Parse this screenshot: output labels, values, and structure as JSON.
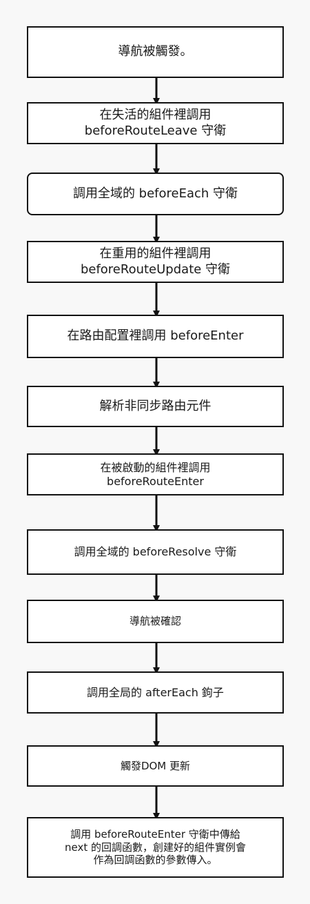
{
  "diagram": {
    "steps": [
      {
        "lines": [
          "導航被觸發。"
        ]
      },
      {
        "lines": [
          "在失活的組件裡調用",
          "beforeRouteLeave 守衛"
        ]
      },
      {
        "lines": [
          "調用全域的 beforeEach 守衛"
        ]
      },
      {
        "lines": [
          "在重用的組件裡調用",
          "beforeRouteUpdate 守衛"
        ]
      },
      {
        "lines": [
          "在路由配置裡調用 beforeEnter"
        ]
      },
      {
        "lines": [
          "解析非同步路由元件"
        ]
      },
      {
        "lines": [
          "在被啟動的組件裡調用",
          "beforeRouteEnter"
        ]
      },
      {
        "lines": [
          "調用全域的 beforeResolve 守衛"
        ]
      },
      {
        "lines": [
          "導航被確認"
        ]
      },
      {
        "lines": [
          "調用全局的 afterEach 鉤子"
        ]
      },
      {
        "lines": [
          "觸發DOM 更新"
        ]
      },
      {
        "lines": [
          "調用 beforeRouteEnter 守衛中傳給",
          "next 的回調函數，創建好的組件實例會",
          "作為回調函數的參數傳入。"
        ]
      }
    ]
  }
}
